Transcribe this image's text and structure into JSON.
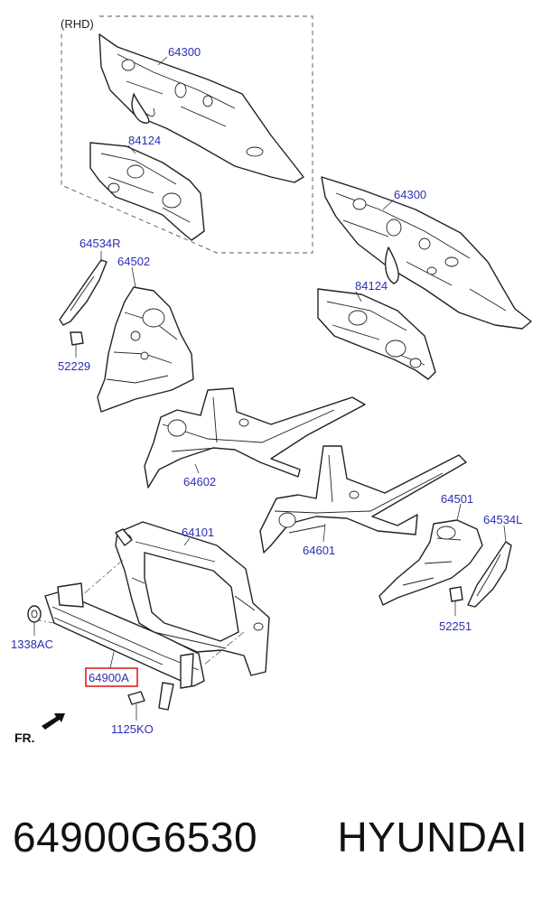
{
  "diagram": {
    "region_label": "(RHD)",
    "front_label": "FR.",
    "highlighted_part": "64900A",
    "highlight_color": "#e02020",
    "label_color": "#2b2fb3",
    "callouts": {
      "p64300_top": "64300",
      "p84124_top": "84124",
      "p64300_right": "64300",
      "p84124_right": "84124",
      "p64534R": "64534R",
      "p64502": "64502",
      "p52229": "52229",
      "p64602": "64602",
      "p64501": "64501",
      "p64534L": "64534L",
      "p64101": "64101",
      "p64601": "64601",
      "p1338AC": "1338AC",
      "p52251": "52251",
      "p1125KO": "1125KO"
    }
  },
  "caption": {
    "part_number": "64900G6530",
    "brand": "HYUNDAI"
  }
}
